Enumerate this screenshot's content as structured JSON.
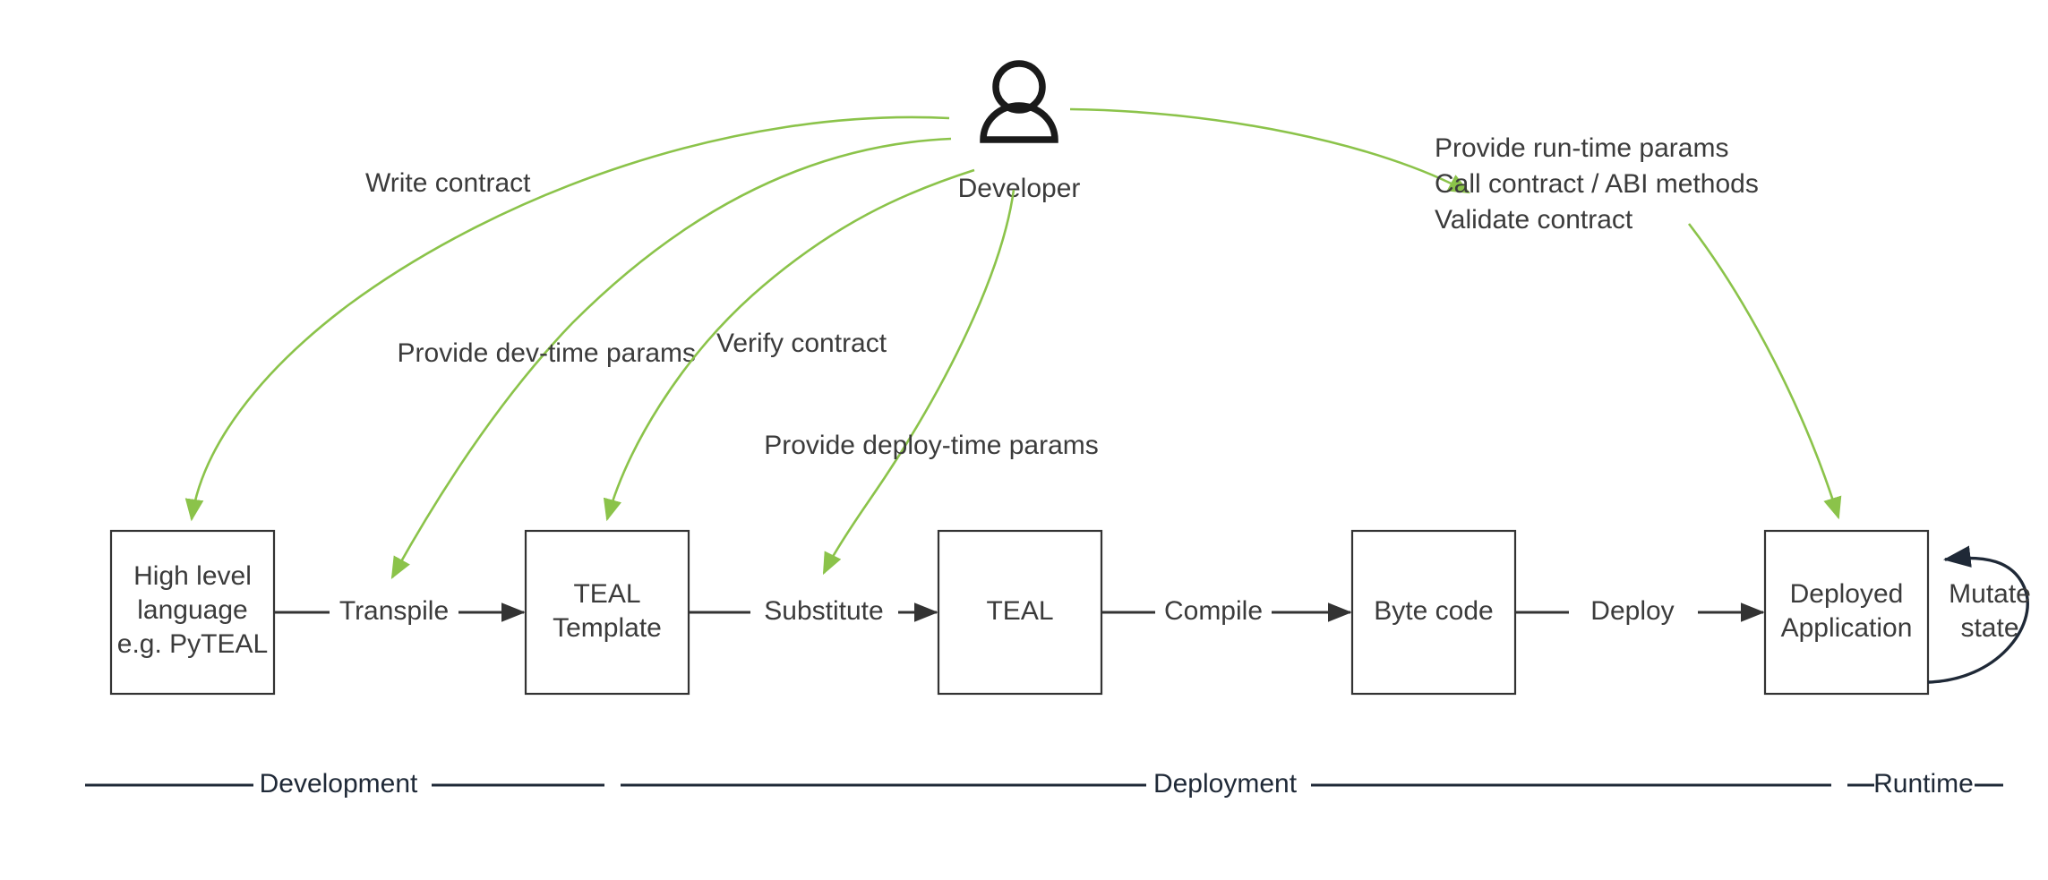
{
  "diagram": {
    "title": "Algorand smart contract development lifecycle",
    "colors": {
      "actor_flow": "#8bc34a",
      "process_flow": "#333333",
      "box_border": "#333333",
      "text": "#3b3b3b",
      "phase_line": "#1f2937",
      "background": "#ffffff"
    },
    "actor": {
      "name": "Developer",
      "icon": "person-icon"
    },
    "nodes": [
      {
        "id": "high-level-language",
        "lines": [
          "High level",
          "language",
          "e.g. PyTEAL"
        ]
      },
      {
        "id": "teal-template",
        "lines": [
          "TEAL",
          "Template"
        ]
      },
      {
        "id": "teal",
        "lines": [
          "TEAL"
        ]
      },
      {
        "id": "byte-code",
        "lines": [
          "Byte code"
        ]
      },
      {
        "id": "deployed-application",
        "lines": [
          "Deployed",
          "Application"
        ]
      }
    ],
    "transitions": [
      {
        "id": "transpile",
        "label": "Transpile"
      },
      {
        "id": "substitute",
        "label": "Substitute"
      },
      {
        "id": "compile",
        "label": "Compile"
      },
      {
        "id": "deploy",
        "label": "Deploy"
      }
    ],
    "self_loop": {
      "id": "mutate-state",
      "lines": [
        "Mutate",
        "state"
      ]
    },
    "actor_actions": [
      {
        "id": "write-contract",
        "label": "Write contract",
        "target": "high-level-language"
      },
      {
        "id": "provide-dev-time-params",
        "label": "Provide dev-time params",
        "target": "transpile"
      },
      {
        "id": "verify-contract",
        "label": "Verify contract",
        "target": "teal-template"
      },
      {
        "id": "provide-deploy-time-params",
        "label": "Provide deploy-time params",
        "target": "substitute"
      },
      {
        "id": "runtime-actions",
        "label": "Provide run-time params",
        "target": "deployed-application"
      }
    ],
    "runtime_action_lines": [
      "Provide run-time params",
      "Call contract / ABI methods",
      "Validate contract"
    ],
    "phases": [
      {
        "id": "development",
        "label": "Development"
      },
      {
        "id": "deployment",
        "label": "Deployment"
      },
      {
        "id": "runtime",
        "label": "Runtime"
      }
    ]
  }
}
